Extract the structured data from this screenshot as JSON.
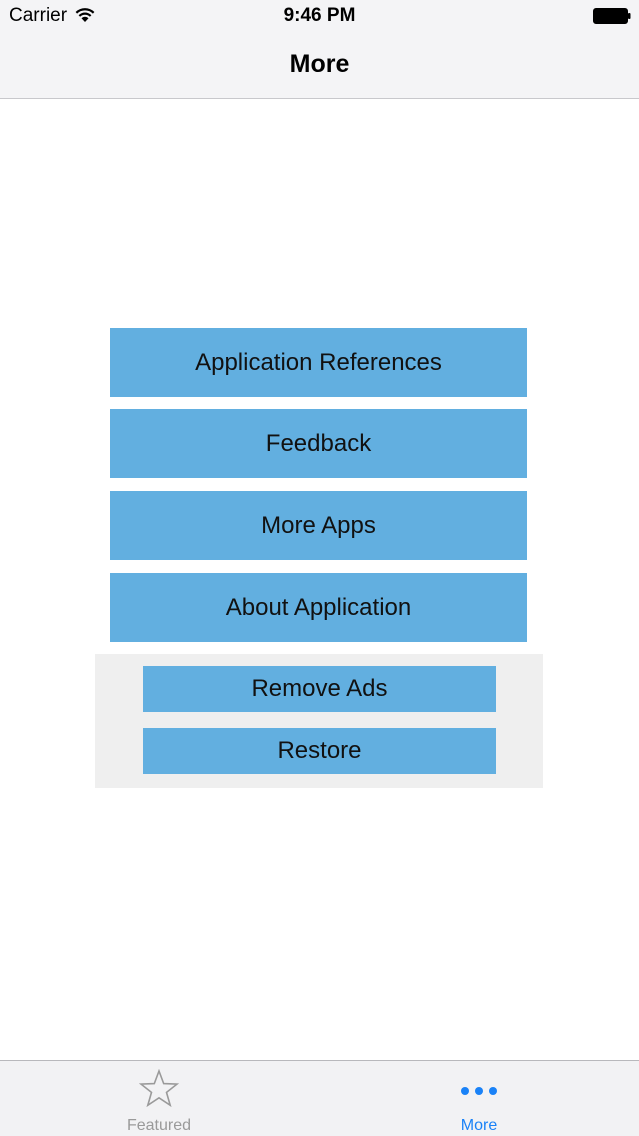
{
  "status_bar": {
    "carrier": "Carrier",
    "time": "9:46 PM",
    "wifi_icon": "wifi-icon",
    "battery_icon": "battery-icon"
  },
  "nav": {
    "title": "More"
  },
  "menu": {
    "items": [
      {
        "label": "Application References"
      },
      {
        "label": "Feedback"
      },
      {
        "label": "More Apps"
      },
      {
        "label": "About Application"
      }
    ]
  },
  "purchase": {
    "remove_ads": "Remove Ads",
    "restore": "Restore"
  },
  "tabbar": {
    "tabs": [
      {
        "label": "Featured",
        "icon": "star-icon",
        "selected": false
      },
      {
        "label": "More",
        "icon": "more-dots-icon",
        "selected": true
      }
    ]
  },
  "colors": {
    "button": "#62afe0",
    "accent": "#1a82f7",
    "panel": "#efefef"
  }
}
